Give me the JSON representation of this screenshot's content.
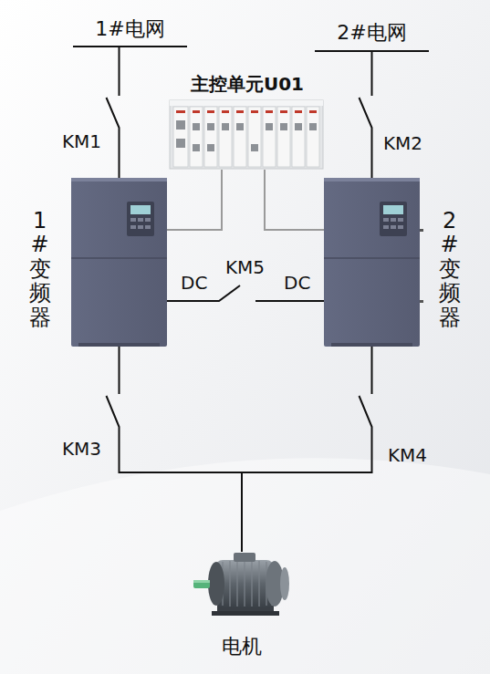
{
  "diagram": {
    "nodes": [
      {
        "text": [
          "1#电网"
        ]
      },
      {
        "text": [
          "2#电网"
        ]
      },
      {
        "text": [
          "主控单元U01"
        ]
      },
      {
        "text": [
          "1#变频器"
        ]
      },
      {
        "text": [
          "2#变频器"
        ]
      },
      {
        "text": [
          "电机"
        ]
      }
    ],
    "edges": [
      {
        "from": 0,
        "to": 3,
        "label": "KM1",
        "arrow": "none"
      },
      {
        "from": 1,
        "to": 4,
        "label": "KM2",
        "arrow": "none"
      },
      {
        "from": 2,
        "to": 3,
        "arrow": "none"
      },
      {
        "from": 2,
        "to": 4,
        "arrow": "none"
      },
      {
        "from": 3,
        "to": 4,
        "label": "KM5",
        "arrow": "none"
      },
      {
        "from": 3,
        "to": 5,
        "label": "KM3",
        "arrow": "none"
      },
      {
        "from": 4,
        "to": 5,
        "label": "KM4",
        "arrow": "none"
      }
    ],
    "labels": [
      "DC",
      "DC"
    ]
  }
}
